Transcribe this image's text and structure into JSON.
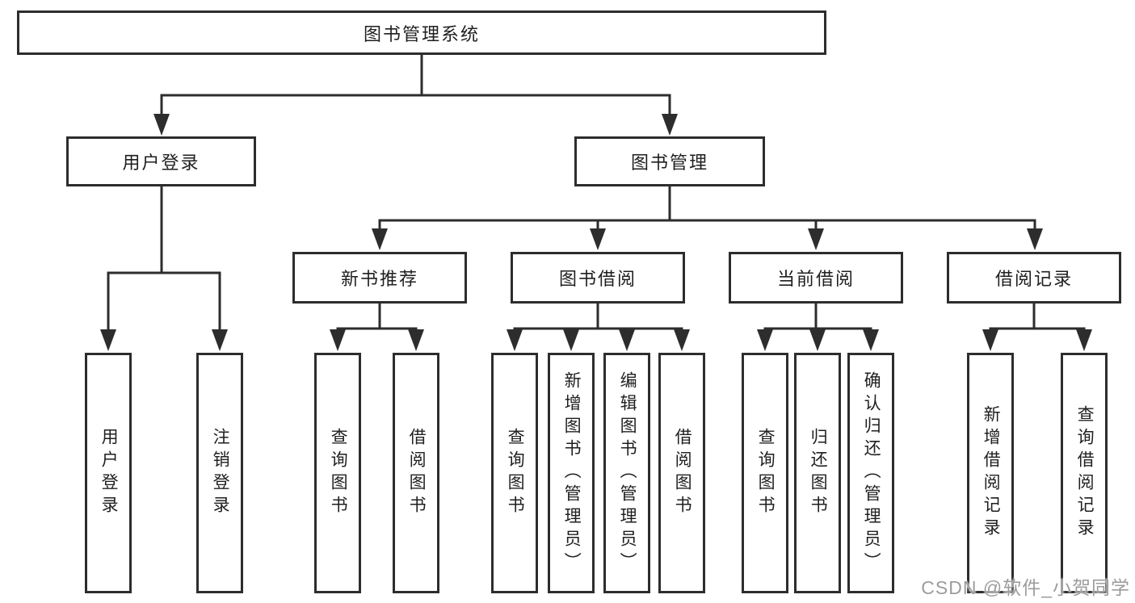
{
  "watermark": {
    "text": "CSDN @软件_小贺同学"
  },
  "colors": {
    "line": "#2d2d2d",
    "text": "#1f1f1f",
    "watermark": "#9c9c9c",
    "background": "#ffffff"
  },
  "tree": {
    "root": {
      "label": "图书管理系统",
      "children": [
        {
          "label": "用户登录",
          "children": [
            {
              "label": "用户登录"
            },
            {
              "label": "注销登录"
            }
          ]
        },
        {
          "label": "图书管理",
          "children": [
            {
              "label": "新书推荐",
              "children": [
                {
                  "label": "查询图书"
                },
                {
                  "label": "借阅图书"
                }
              ]
            },
            {
              "label": "图书借阅",
              "children": [
                {
                  "label": "查询图书"
                },
                {
                  "label": "新增图书（管理员）"
                },
                {
                  "label": "编辑图书（管理员）"
                },
                {
                  "label": "借阅图书"
                }
              ]
            },
            {
              "label": "当前借阅",
              "children": [
                {
                  "label": "查询图书"
                },
                {
                  "label": "归还图书"
                },
                {
                  "label": "确认归还（管理员）"
                }
              ]
            },
            {
              "label": "借阅记录",
              "children": [
                {
                  "label": "新增借阅记录"
                },
                {
                  "label": "查询借阅记录"
                }
              ]
            }
          ]
        }
      ]
    }
  }
}
